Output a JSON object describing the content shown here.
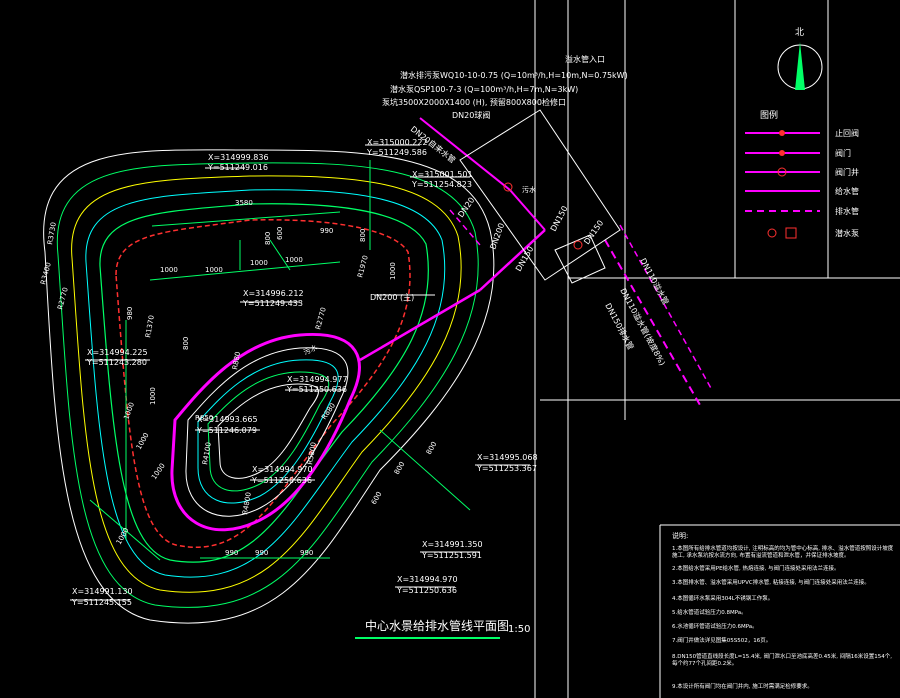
{
  "title": "中心水景给排水管线平面图",
  "scale": "1:50",
  "north_label": "北",
  "legend": {
    "heading": "图例",
    "items": [
      {
        "label": "止回阀",
        "color": "#ff00ff",
        "icon": "check-valve-icon"
      },
      {
        "label": "阀门",
        "color": "#ff00ff",
        "icon": "gate-valve-icon"
      },
      {
        "label": "阀门井",
        "color": "#ff00ff",
        "icon": "valve-well-icon"
      },
      {
        "label": "给水管",
        "color": "#ff00ff",
        "icon": "supply-pipe-icon"
      },
      {
        "label": "排水管",
        "color": "#ff00ff",
        "icon": "drain-pipe-icon"
      },
      {
        "label": "潜水泵",
        "color": "#ff4040",
        "icon": "pump-icon"
      }
    ]
  },
  "equipment": [
    "溢水管入口",
    "潜水排污泵WQ10-10-0.75 (Q=10m³/h,H=10m,N=0.75kW)",
    "潜水泵QSP100-7-3 (Q=100m³/h,H=7m,N=3kW)",
    "泵坑3500X2000X1400 (H), 预留800X800检修口",
    "DN20球阀"
  ],
  "pipes": [
    "DN20自来水管",
    "DN20",
    "DN200",
    "DN150",
    "DN150",
    "DN200 (主)",
    "DN110溢水管",
    "DN110溢水管(坡度8%)",
    "DN150排水管",
    "DN150"
  ],
  "coords": [
    {
      "x": "X=314999.836",
      "y": "Y=511249.016"
    },
    {
      "x": "X=315000.222",
      "y": "Y=511249.586"
    },
    {
      "x": "X=315001.501",
      "y": "Y=511254.823"
    },
    {
      "x": "X=314996.212",
      "y": "Y=511249.433"
    },
    {
      "x": "X=314994.225",
      "y": "Y=511243.280"
    },
    {
      "x": "X=314994.977",
      "y": "Y=511250.636"
    },
    {
      "x": "X=314993.665",
      "y": "Y=511246.079"
    },
    {
      "x": "X=314994.970",
      "y": "Y=511250.636"
    },
    {
      "x": "X=314995.068",
      "y": "Y=511253.367"
    },
    {
      "x": "X=314991.350",
      "y": "Y=511251.591"
    },
    {
      "x": "X=314994.970",
      "y": "Y=511250.636"
    },
    {
      "x": "X=314991.130",
      "y": "Y=511245.155"
    }
  ],
  "dims": [
    "3580",
    "1000",
    "1000",
    "1000",
    "1000",
    "990",
    "800",
    "600",
    "980",
    "1000",
    "800",
    "1000",
    "1000",
    "1000",
    "1000",
    "990",
    "990",
    "800",
    "1000",
    "800",
    "800",
    "600",
    "990"
  ],
  "radii": [
    "R3730",
    "R3400",
    "R2770",
    "R1370",
    "R880",
    "R850",
    "R4100",
    "R2770",
    "R1970",
    "R5800",
    "R4800"
  ],
  "inline_labels": [
    "R880",
    "污水",
    "污水"
  ],
  "notes_heading": "说明:",
  "notes": [
    "1.本图所有给排水管道均按设计, 注明标高的均为管中心标高, 排水、溢水管道按照设计坡度施工, 承水泵坑按水流方向, 布置有溢流管道和泄水管，并保证排水坡度。",
    "2.本图给水管采用PE给水管, 热熔连接, 与阀门连接处采用法兰连接。",
    "3.本图排水管、溢水管采用UPVC排水管, 粘接连接, 与阀门连接处采用法兰连接。",
    "4.本图循环水泵采用304L不锈钢工作泵。",
    "5.给水管道试验压力0.8MPa。",
    "6.水池循环管道试验压力0.6MPa。",
    "7.阀门井做法详见图集05S502，16页。",
    "8.DN150管道直线段长度L=15.4米, 阀门泄水口至池底高差0.45米, 间隔16米设置154个, 每个约77个孔间距0.2米。",
    "9.本设计所有阀门均在阀门井内, 施工时需满足检修要求。"
  ]
}
